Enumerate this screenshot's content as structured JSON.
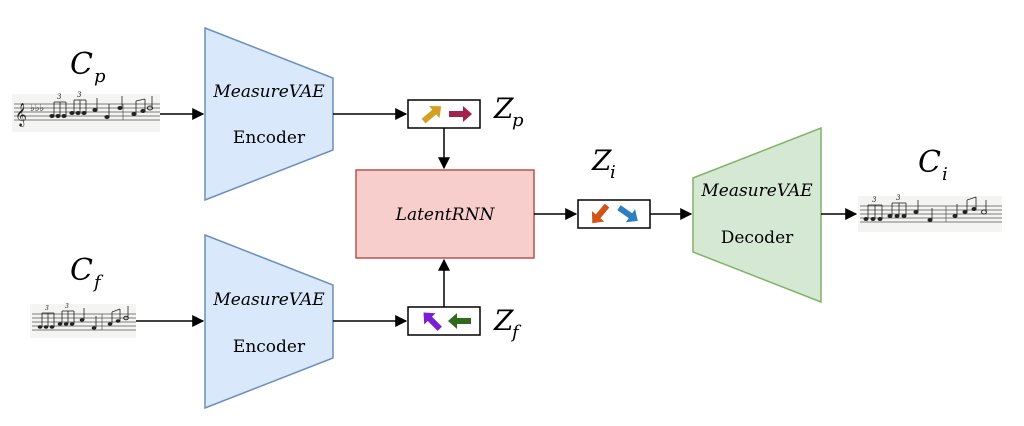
{
  "colors": {
    "encoder_fill": "#dae8fc",
    "encoder_stroke": "#6c8ebf",
    "decoder_fill": "#d5e8d4",
    "decoder_stroke": "#82b366",
    "rnn_fill": "#f8cecc",
    "rnn_stroke": "#b85450",
    "arrow": "#000000",
    "latent_p_left": "#d4a021",
    "latent_p_right": "#a3224a",
    "latent_i_left": "#d35216",
    "latent_i_right": "#2e7fc2",
    "latent_f_left": "#7a1fd6",
    "latent_f_right": "#2e6b1e"
  },
  "encoder_top": {
    "title": "MeasureVAE",
    "subtitle": "Encoder"
  },
  "encoder_bottom": {
    "title": "MeasureVAE",
    "subtitle": "Encoder"
  },
  "decoder": {
    "title": "MeasureVAE",
    "subtitle": "Decoder"
  },
  "rnn": {
    "title": "LatentRNN"
  },
  "inputs": {
    "c_p": {
      "base": "C",
      "sub": "p"
    },
    "c_f": {
      "base": "C",
      "sub": "f"
    },
    "c_i": {
      "base": "C",
      "sub": "i"
    }
  },
  "latents": {
    "z_p": {
      "base": "Z",
      "sub": "p",
      "icons": [
        "arrow-up-right-icon",
        "arrow-right-icon"
      ]
    },
    "z_f": {
      "base": "Z",
      "sub": "f",
      "icons": [
        "arrow-up-left-icon",
        "arrow-left-icon"
      ]
    },
    "z_i": {
      "base": "Z",
      "sub": "i",
      "icons": [
        "arrow-down-left-icon",
        "arrow-down-right-icon"
      ]
    }
  },
  "score_marks": {
    "triplet": "3"
  }
}
